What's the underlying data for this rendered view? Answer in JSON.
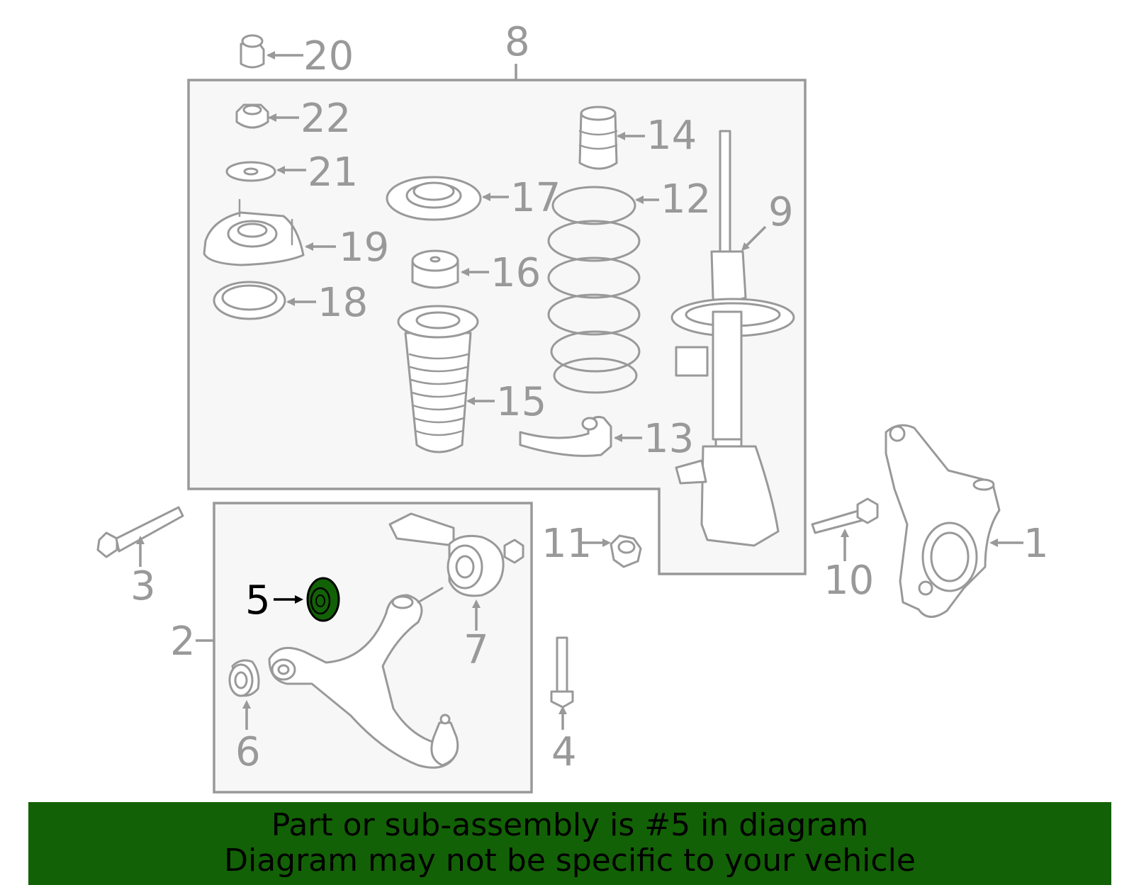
{
  "diagram": {
    "callouts": [
      {
        "id": "1",
        "text": "1"
      },
      {
        "id": "2",
        "text": "2"
      },
      {
        "id": "3",
        "text": "3"
      },
      {
        "id": "4",
        "text": "4"
      },
      {
        "id": "5",
        "text": "5"
      },
      {
        "id": "6",
        "text": "6"
      },
      {
        "id": "7",
        "text": "7"
      },
      {
        "id": "8",
        "text": "8"
      },
      {
        "id": "9",
        "text": "9"
      },
      {
        "id": "10",
        "text": "10"
      },
      {
        "id": "11",
        "text": "11"
      },
      {
        "id": "12",
        "text": "12"
      },
      {
        "id": "13",
        "text": "13"
      },
      {
        "id": "14",
        "text": "14"
      },
      {
        "id": "15",
        "text": "15"
      },
      {
        "id": "16",
        "text": "16"
      },
      {
        "id": "17",
        "text": "17"
      },
      {
        "id": "18",
        "text": "18"
      },
      {
        "id": "19",
        "text": "19"
      },
      {
        "id": "20",
        "text": "20"
      },
      {
        "id": "21",
        "text": "21"
      },
      {
        "id": "22",
        "text": "22"
      }
    ],
    "highlighted_part": "5",
    "colors": {
      "line": "#999999",
      "highlight": "#136106",
      "highlight_label": "#000000",
      "panel_fill": "#f7f7f7"
    }
  },
  "footer": {
    "line1": "Part or sub-assembly is #5 in diagram",
    "line2": "Diagram may not be specific to your vehicle",
    "background": "#136106"
  }
}
